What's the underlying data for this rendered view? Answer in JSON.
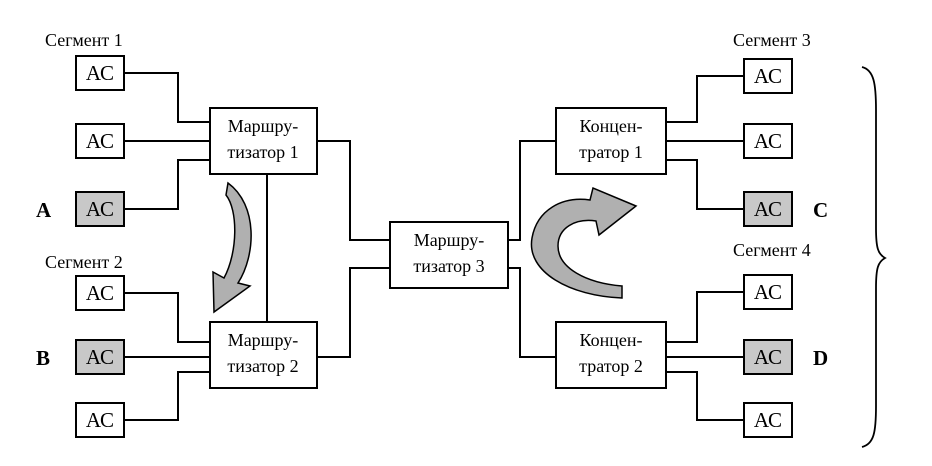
{
  "segments": {
    "seg1": "Сегмент 1",
    "seg2": "Сегмент 2",
    "seg3": "Сегмент 3",
    "seg4": "Сегмент 4"
  },
  "stations": {
    "label": "АС",
    "highlight_color": "#c8c8c8"
  },
  "station_letters": {
    "a": "A",
    "b": "B",
    "c": "C",
    "d": "D"
  },
  "routers": {
    "r1": {
      "line1": "Маршру-",
      "line2": "тизатор 1"
    },
    "r2": {
      "line1": "Маршру-",
      "line2": "тизатор 2"
    },
    "r3": {
      "line1": "Маршру-",
      "line2": "тизатор 3"
    }
  },
  "hubs": {
    "h1": {
      "line1": "Концен-",
      "line2": "тратор 1"
    },
    "h2": {
      "line1": "Концен-",
      "line2": "тратор 2"
    }
  },
  "arrow_color": "#b0b0b0"
}
